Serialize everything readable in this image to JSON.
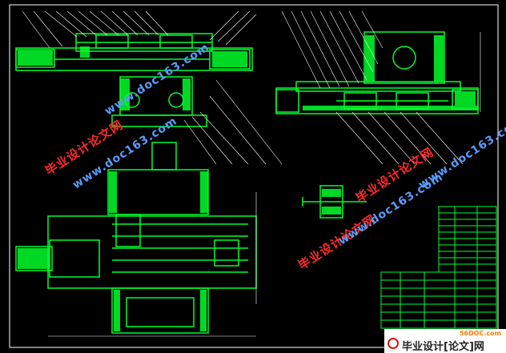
{
  "watermarks": {
    "cn_text": "毕业设计论文网",
    "url_text": "www.doc163.com"
  },
  "logo": {
    "site": "56DOC.com",
    "text": "毕业设计[论文]网"
  },
  "colors": {
    "background": "#000000",
    "drawing_green": "#00ff2a",
    "line_white": "#ffffff",
    "accent_red": "#ff2a2a",
    "accent_blue": "#5a9cff"
  }
}
